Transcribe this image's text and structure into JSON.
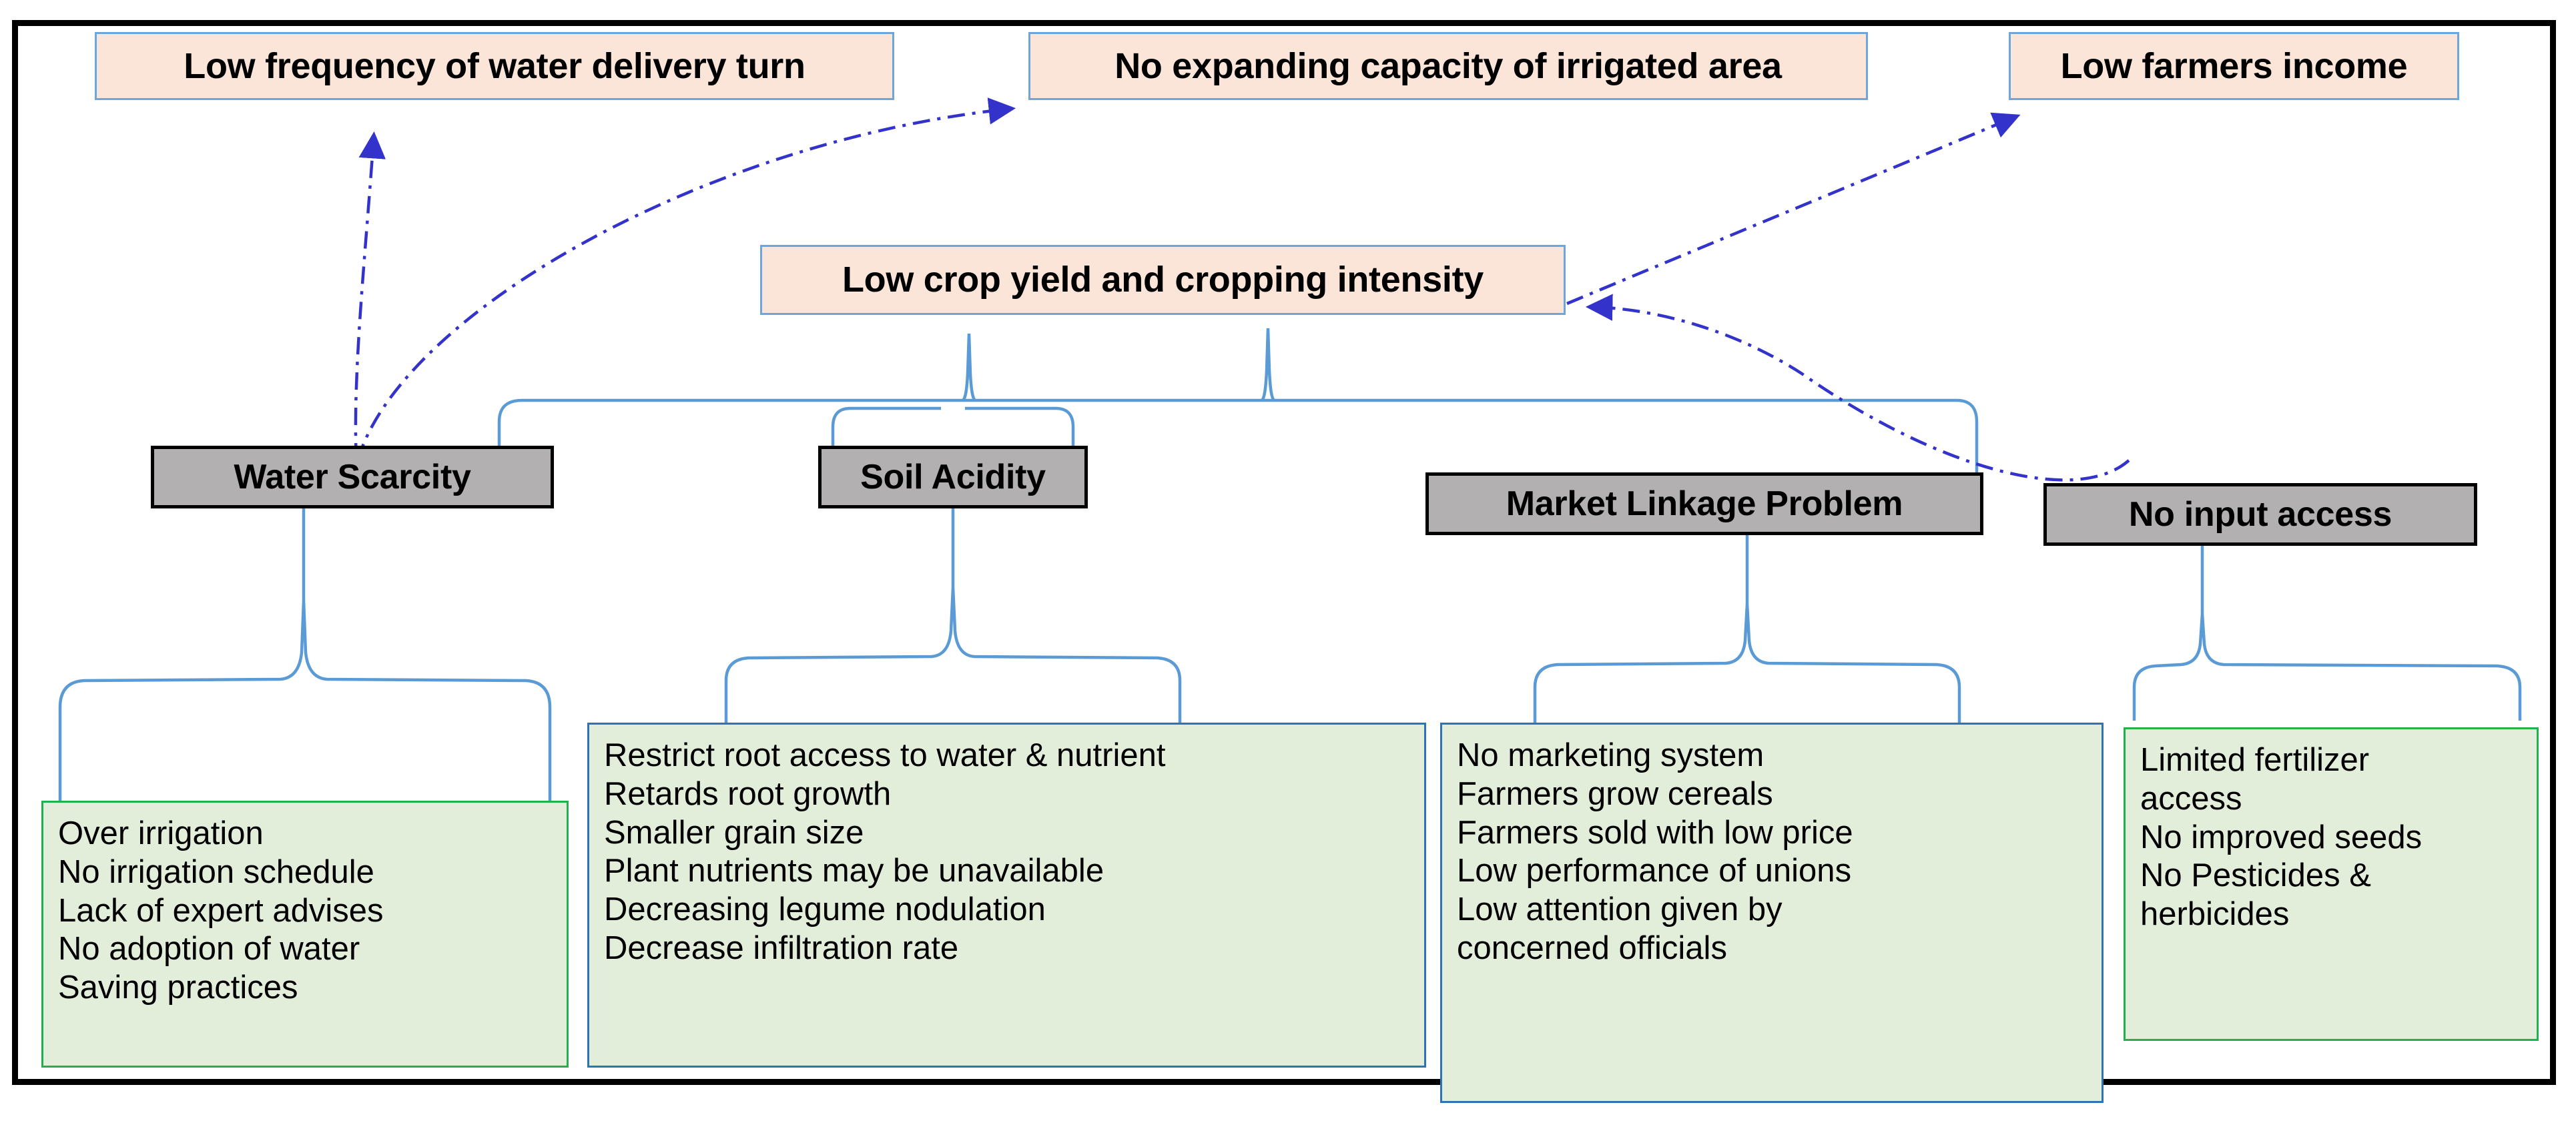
{
  "diagram": {
    "title": "Problem tree: low crop yield and cropping intensity",
    "colors": {
      "effect_fill": "#FAE5D8",
      "effect_border": "#6DA5DD",
      "core_fill": "#B2B0B0",
      "core_border": "#000000",
      "cause_fill": "#E2EEDA",
      "cause_border_blue": "#2E74B5",
      "cause_border_green": "#22B14C",
      "connector": "#5B9BD5",
      "arrow": "#3333CC",
      "frame": "#000000"
    }
  },
  "effects": [
    {
      "id": "low-frequency-water-delivery",
      "label": "Low frequency of water delivery turn"
    },
    {
      "id": "no-expanding-capacity",
      "label": "No expanding capacity of irrigated area"
    },
    {
      "id": "low-farmers-income",
      "label": "Low farmers income"
    },
    {
      "id": "low-crop-yield",
      "label": "Low crop yield and cropping intensity"
    }
  ],
  "core_problems": [
    {
      "id": "water-scarcity",
      "label": "Water Scarcity"
    },
    {
      "id": "soil-acidity",
      "label": "Soil Acidity"
    },
    {
      "id": "market-linkage-problem",
      "label": "Market Linkage Problem"
    },
    {
      "id": "no-input-access",
      "label": "No input access"
    }
  ],
  "causes": [
    {
      "id": "water-scarcity-causes",
      "parent": "water-scarcity",
      "items": [
        "Over irrigation",
        "No irrigation schedule",
        "Lack of expert advises",
        "No adoption of water",
        "Saving practices"
      ]
    },
    {
      "id": "soil-acidity-causes",
      "parent": "soil-acidity",
      "items": [
        "Restrict root access to water & nutrient",
        "Retards root growth",
        "Smaller grain size",
        "Plant nutrients may be unavailable",
        "Decreasing legume nodulation",
        "Decrease infiltration rate"
      ]
    },
    {
      "id": "market-linkage-causes",
      "parent": "market-linkage-problem",
      "items": [
        "No marketing system",
        "Farmers grow cereals",
        " Farmers sold with low price",
        "Low performance of unions",
        "Low attention given by",
        "concerned officials"
      ]
    },
    {
      "id": "no-input-access-causes",
      "parent": "no-input-access",
      "items": [
        "Limited fertilizer",
        "access",
        "No improved seeds",
        "No Pesticides &",
        "herbicides"
      ]
    }
  ]
}
